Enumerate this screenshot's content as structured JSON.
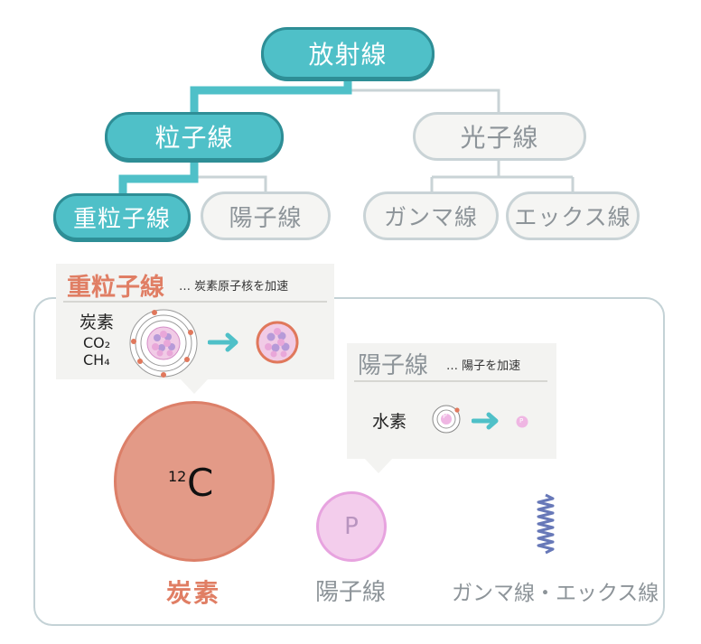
{
  "tree": {
    "root": "放射線",
    "particle": "粒子線",
    "photon": "光子線",
    "heavy_ion": "重粒子線",
    "proton": "陽子線",
    "gamma": "ガンマ線",
    "xray": "エックス線"
  },
  "heavy_box": {
    "title": "重粒子線",
    "subtitle": "… 炭素原子核を加速",
    "element": "炭素",
    "formula1": "CO₂",
    "formula2": "CH₄"
  },
  "proton_box": {
    "title": "陽子線",
    "subtitle": "… 陽子を加速",
    "element": "水素",
    "particle_mark": "P"
  },
  "bottom": {
    "carbon_mass": "12",
    "carbon_symbol": "C",
    "proton_symbol": "P",
    "carbon_label": "炭素",
    "proton_label": "陽子線",
    "wave_label": "ガンマ線・エックス線"
  },
  "colors": {
    "teal": "#4fc0c8",
    "teal_dark": "#2e8e96",
    "inactive_border": "#c9d3d6",
    "carbon": "#e39a87",
    "carbon_text": "#e07e64",
    "proton_fill": "#f3cdec",
    "proton_border": "#e7a3df",
    "gamma_wave": "#6778b8"
  }
}
